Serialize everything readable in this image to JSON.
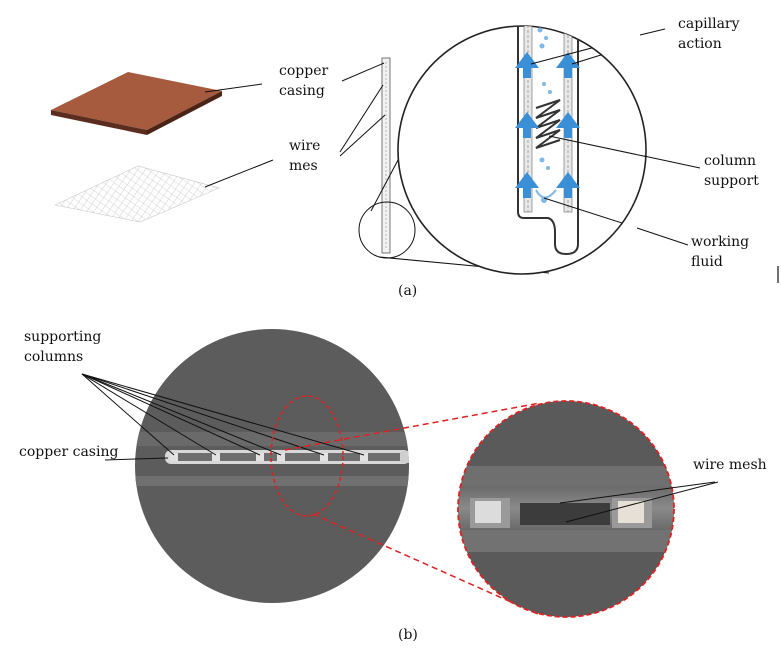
{
  "panel_a": {
    "caption": "(a)",
    "labels": {
      "copper_casing": [
        "copper",
        "casing"
      ],
      "wire_mesh": [
        "wire",
        "mes"
      ],
      "capillary_action": [
        "capillary",
        "action"
      ],
      "column_support": [
        "column",
        "support"
      ],
      "working_fluid": [
        "working",
        "fluid"
      ]
    }
  },
  "panel_b": {
    "caption": "(b)",
    "labels": {
      "supporting_columns": [
        "supporting",
        "columns"
      ],
      "copper_casing": "copper casing",
      "wire_mesh": "wire mesh"
    }
  },
  "colors": {
    "copper": "#a65a3e",
    "copper_dark": "#5a2d1e",
    "xray_bg": "#5c5c5c",
    "zoom_outline": "#e02020",
    "fluid_arrow": "#3b8fd6"
  }
}
